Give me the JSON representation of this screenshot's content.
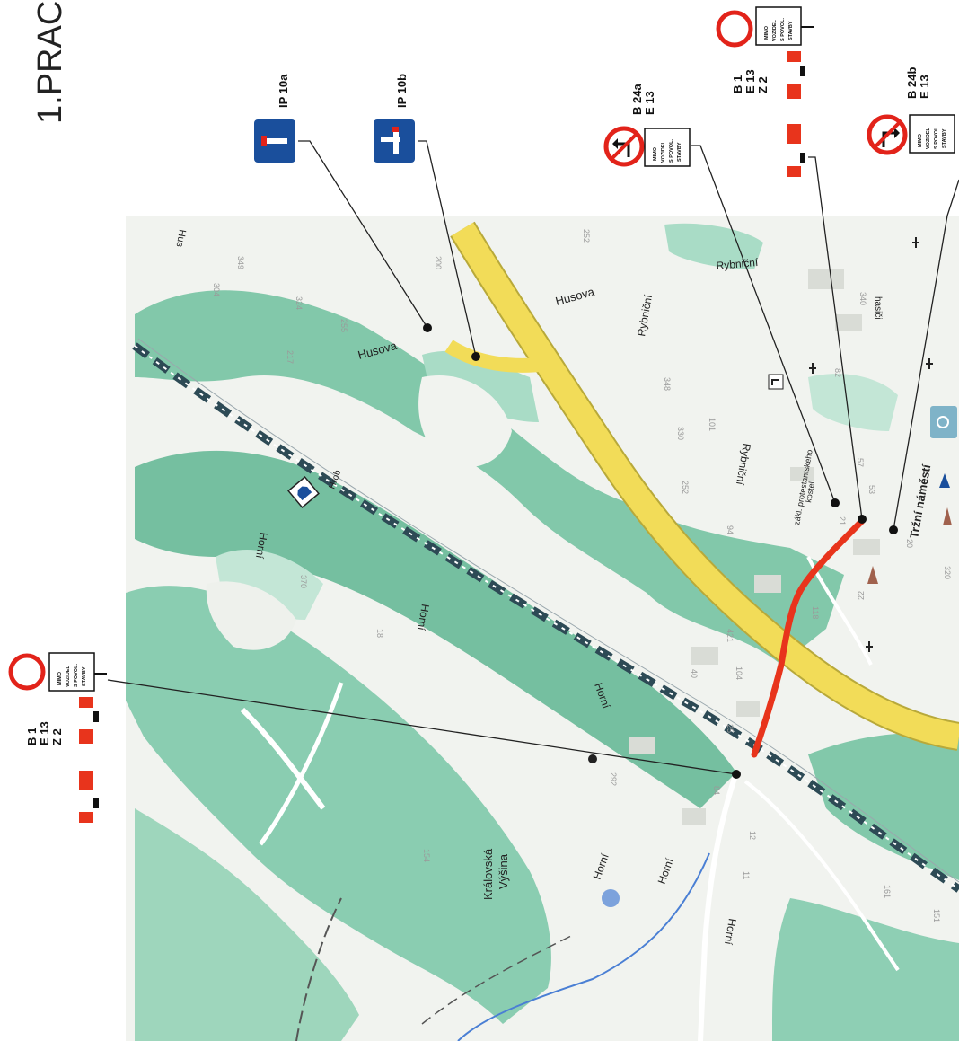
{
  "document": {
    "title_fragment": "1.PRAC"
  },
  "signs": {
    "ip10a": {
      "code": "IP 10a",
      "color": "#1a4f9c"
    },
    "ip10b": {
      "code": "IP 10b",
      "color": "#1a4f9c"
    },
    "b24a": {
      "codes": [
        "B 24a",
        "E 13"
      ],
      "icon": "no-left-turn-icon"
    },
    "b24b": {
      "codes": [
        "B 24b",
        "E 13"
      ],
      "icon": "no-right-turn-icon"
    },
    "b1_top": {
      "codes": [
        "B 1",
        "E 13",
        "Z 2"
      ]
    },
    "b1_left": {
      "codes": [
        "B 1",
        "E 13",
        "Z 2"
      ]
    },
    "e13_plate_lines": [
      "MIMO",
      "VOZIDEL",
      "S POVOL.",
      "STAVBY"
    ]
  },
  "map": {
    "streets": {
      "husova_top": "Hus",
      "husova_1": "Husova",
      "husova_2": "Husova",
      "rybnicni_1": "Rybniční",
      "rybnicni_2": "Rybniční",
      "rybnicni_3": "Rybniční",
      "horni_1": "Horní",
      "horni_2": "Horní",
      "horni_3": "Horní",
      "horni_4": "Horní",
      "horni_5": "Horní",
      "horni_6": "Horní",
      "trzni": "Tržní náměstí",
      "hasici": "hasiči",
      "hrob": "Hrob",
      "kralovska": "Královská",
      "vysina": "Výšina",
      "school1": "zákl. protestantského",
      "school2": "kostel"
    },
    "house_numbers": [
      "349",
      "304",
      "324",
      "255",
      "200",
      "217",
      "252",
      "348",
      "101",
      "330",
      "252",
      "94",
      "370",
      "18",
      "421",
      "40",
      "104",
      "25",
      "292",
      "84",
      "12",
      "11",
      "154",
      "22",
      "57",
      "53",
      "118",
      "340",
      "161",
      "151",
      "320",
      "20",
      "82",
      "21"
    ]
  },
  "colors": {
    "forest": "#6ebf9e",
    "forest_light": "#a9dcc6",
    "main_road": "#f2dc58",
    "closure": "#e8341c",
    "sign_red": "#e2231a",
    "sign_blue": "#1a4f9c",
    "railway_dark": "#2d4a55",
    "stream": "#4a7fd4"
  }
}
